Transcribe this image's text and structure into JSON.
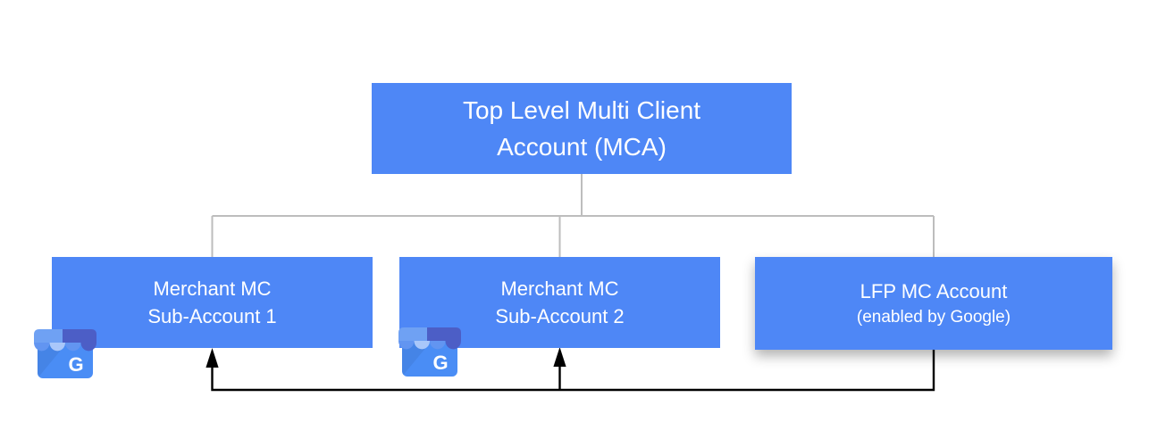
{
  "root": {
    "line1": "Top Level Multi Client",
    "line2": "Account (MCA)"
  },
  "children": [
    {
      "line1": "Merchant MC",
      "line2": "Sub-Account 1"
    },
    {
      "line1": "Merchant MC",
      "line2": "Sub-Account 2"
    },
    {
      "line1": "LFP MC Account",
      "line2": "(enabled by Google)"
    }
  ],
  "icon": {
    "letter": "G"
  },
  "colors": {
    "canvas_bg": "#ffffff",
    "box_fill": "#4e87f6",
    "box_text": "#ffffff",
    "tree_line": "#bdbdbd",
    "flow_line": "#000000",
    "icon_body": "#4a8df5",
    "icon_awning_light": "#6fa1f3",
    "icon_awning_dark": "#4c5ec6",
    "icon_scallop_light": "#6295f1",
    "icon_scallop_pale": "#a9c7fa",
    "icon_letter": "#ffffff"
  }
}
